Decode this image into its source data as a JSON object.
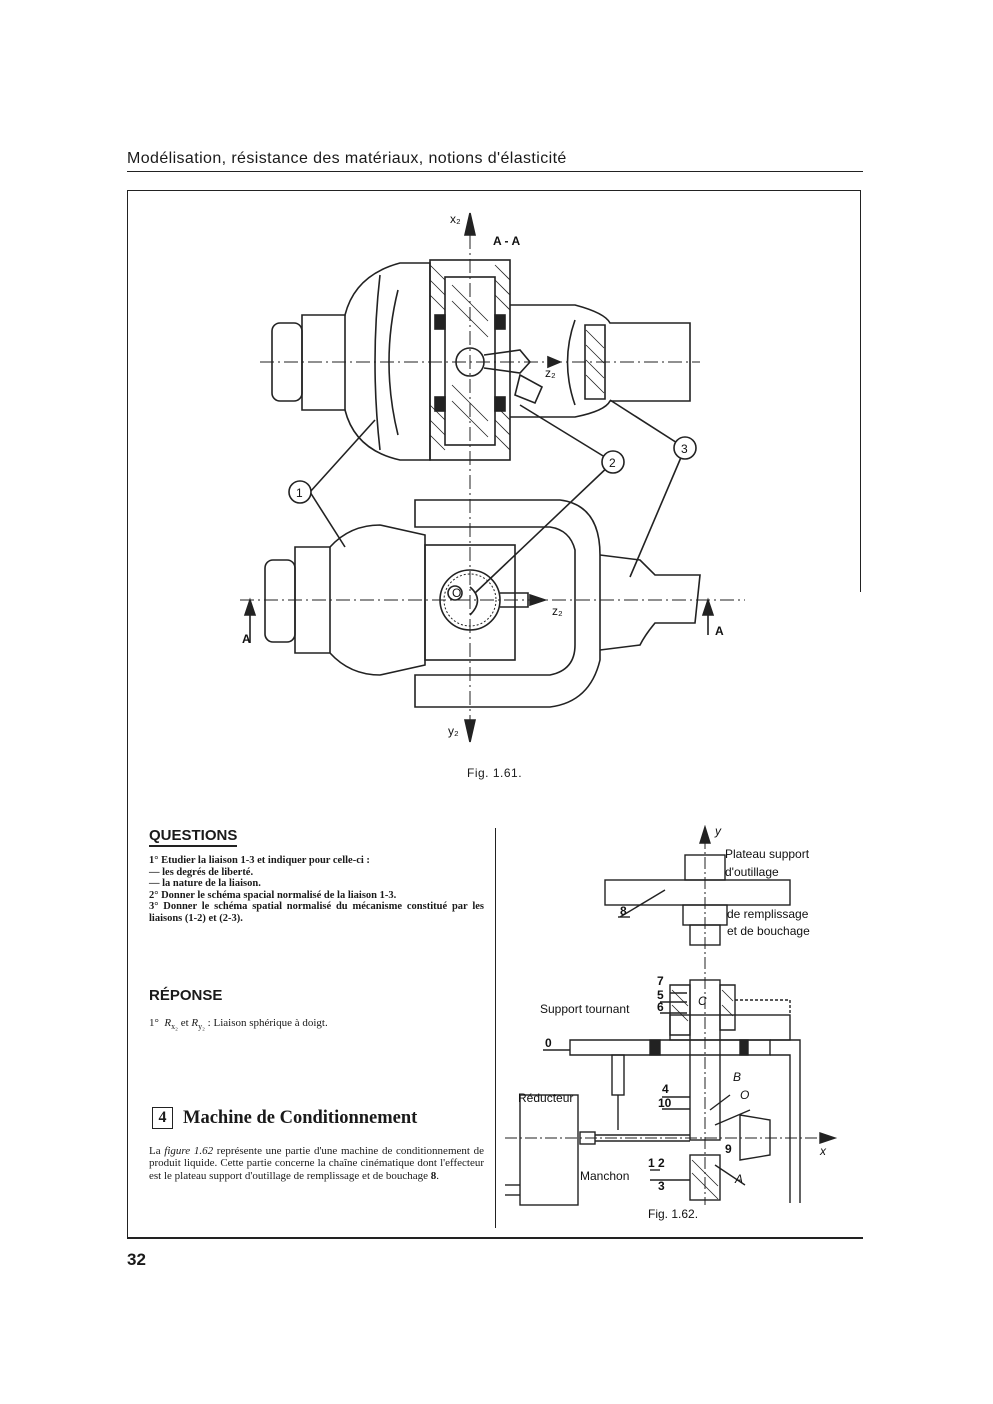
{
  "header": {
    "title": "Modélisation, résistance des matériaux, notions d'élasticité"
  },
  "fig161": {
    "caption": "Fig. 1.61.",
    "section_label": "A - A",
    "axis_x": "x₂",
    "axis_y": "y₂",
    "axis_z_top": "z₂",
    "axis_z_bottom": "z₂",
    "origin": "O",
    "callouts": [
      "1",
      "2",
      "3"
    ],
    "cut_left": "A",
    "cut_right": "A"
  },
  "questions": {
    "heading": "QUESTIONS",
    "lines": [
      "1° Etudier la liaison 1-3 et indiquer pour celle-ci :",
      "— les degrés de liberté.",
      "— la nature de la liaison.",
      "2° Donner le schéma spacial normalisé de la liaison 1-3.",
      "3° Donner le schéma spatial normalisé du mécanisme constitué par les liaisons (1-2) et (2-3)."
    ]
  },
  "response": {
    "heading": "RÉPONSE",
    "prefix": "1°",
    "r1": "R",
    "r1_sub": "x₂",
    "and": "et",
    "r2": "R",
    "r2_sub": "y₂",
    "text": ": Liaison sphérique à doigt."
  },
  "machine": {
    "number": "4",
    "title": "Machine de Conditionnement",
    "para_start": "La ",
    "para_ref": "figure 1.62",
    "para_mid": " représente une partie d'une machine de conditionnement de produit liquide. Cette partie concerne la chaîne cinématique dont l'effecteur est le plateau support d'outillage de remplissage et de bouchage ",
    "para_end": "8",
    "para_dot": "."
  },
  "fig162": {
    "caption": "Fig. 1.62.",
    "axis_y": "y",
    "axis_x": "x",
    "plateau_1": "Plateau support",
    "plateau_2": "d'outillage",
    "plateau_3": "de remplissage",
    "plateau_4": "et de bouchage",
    "support": "Support tournant",
    "reducteur": "Réducteur",
    "manchon": "Manchon",
    "n8": "8",
    "n7": "7",
    "n5": "5",
    "n6": "6",
    "n0": "0",
    "n4": "4",
    "n10": "10",
    "n9": "9",
    "n12": "1 2",
    "n3": "3",
    "pC": "C",
    "pB": "B",
    "pO": "O",
    "pA": "A"
  },
  "page_number": "32"
}
